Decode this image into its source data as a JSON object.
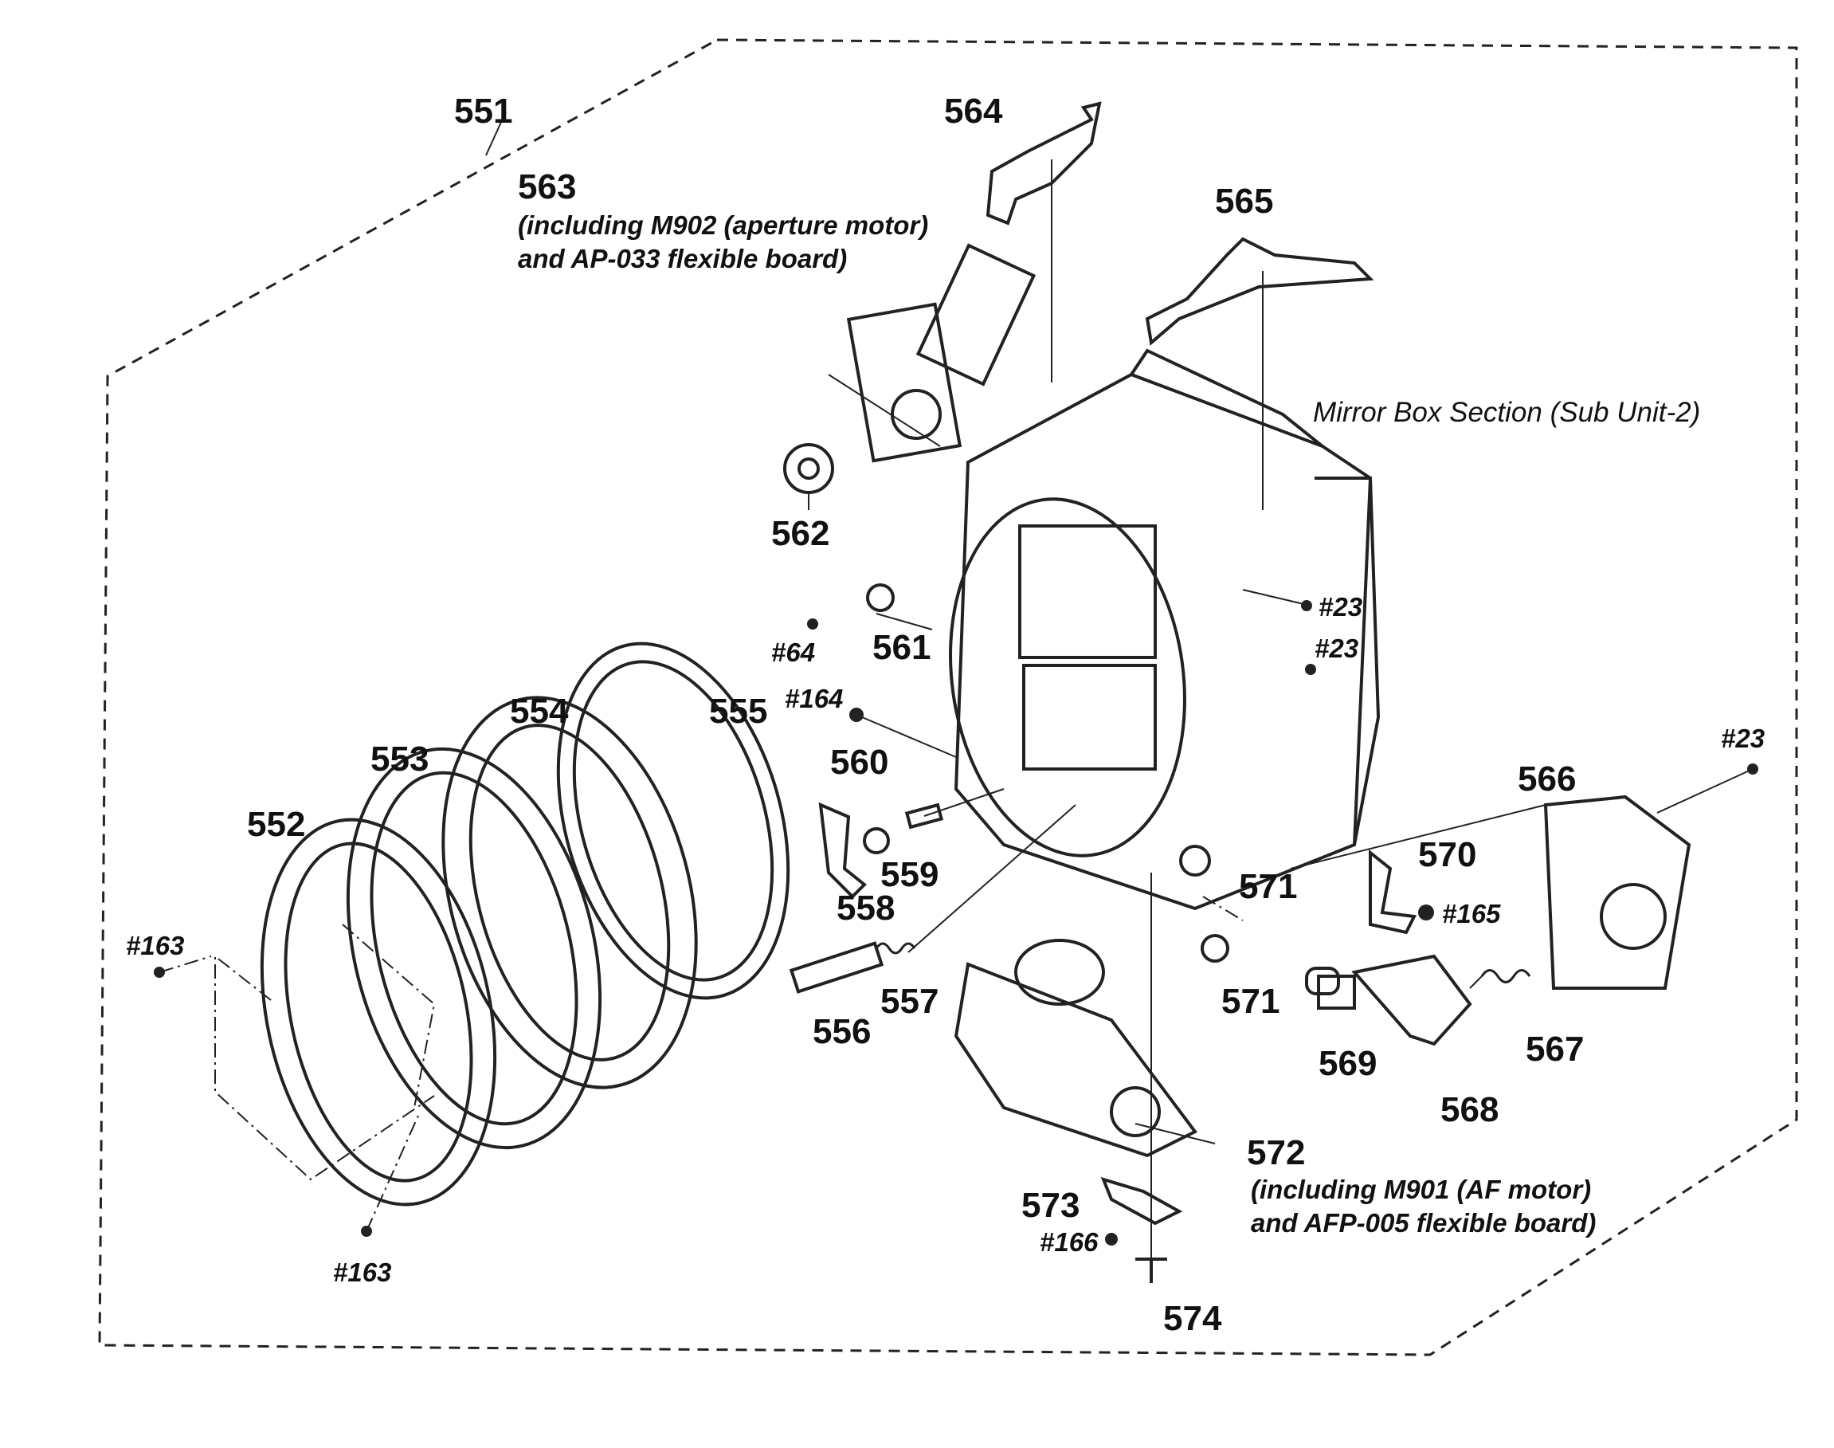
{
  "title": "",
  "section_caption": "Mirror Box Section (Sub Unit-2)",
  "parts": [
    {
      "id": "p551",
      "ref": "551"
    },
    {
      "id": "p552",
      "ref": "552"
    },
    {
      "id": "p553",
      "ref": "553"
    },
    {
      "id": "p554",
      "ref": "554"
    },
    {
      "id": "p555",
      "ref": "555"
    },
    {
      "id": "p556",
      "ref": "556"
    },
    {
      "id": "p557",
      "ref": "557"
    },
    {
      "id": "p558",
      "ref": "558"
    },
    {
      "id": "p559",
      "ref": "559"
    },
    {
      "id": "p560",
      "ref": "560"
    },
    {
      "id": "p561",
      "ref": "561"
    },
    {
      "id": "p562",
      "ref": "562"
    },
    {
      "id": "p563",
      "ref": "563"
    },
    {
      "id": "p564",
      "ref": "564"
    },
    {
      "id": "p565",
      "ref": "565"
    },
    {
      "id": "p566",
      "ref": "566"
    },
    {
      "id": "p567",
      "ref": "567"
    },
    {
      "id": "p568",
      "ref": "568"
    },
    {
      "id": "p569",
      "ref": "569"
    },
    {
      "id": "p570",
      "ref": "570"
    },
    {
      "id": "p571a",
      "ref": "571"
    },
    {
      "id": "p571b",
      "ref": "571"
    },
    {
      "id": "p572",
      "ref": "572"
    },
    {
      "id": "p573",
      "ref": "573"
    },
    {
      "id": "p574",
      "ref": "574"
    }
  ],
  "screws": [
    {
      "id": "s163a",
      "ref": "#163"
    },
    {
      "id": "s163b",
      "ref": "#163"
    },
    {
      "id": "s64",
      "ref": "#64"
    },
    {
      "id": "s164",
      "ref": "#164"
    },
    {
      "id": "s23a",
      "ref": "#23"
    },
    {
      "id": "s23b",
      "ref": "#23"
    },
    {
      "id": "s23c",
      "ref": "#23"
    },
    {
      "id": "s165",
      "ref": "#165"
    },
    {
      "id": "s166",
      "ref": "#166"
    }
  ],
  "notes": {
    "p563": [
      "(including M902 (aperture motor)",
      "and AP-033 flexible board)"
    ],
    "p572": [
      "(including M901 (AF motor)",
      "and AFP-005 flexible board)"
    ]
  }
}
